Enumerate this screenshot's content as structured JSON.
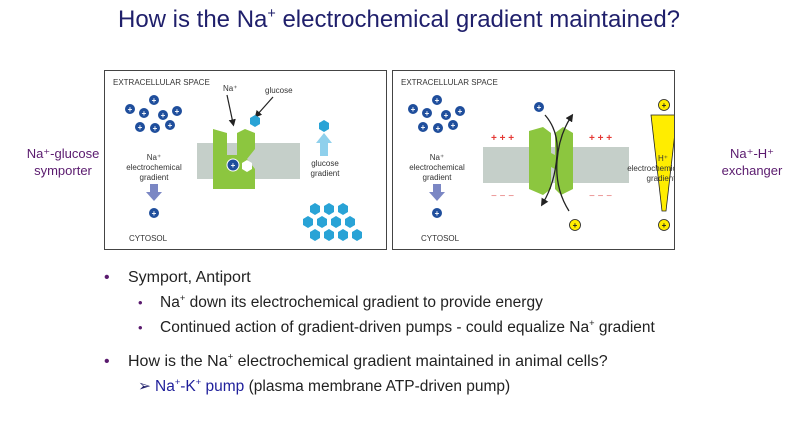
{
  "title": {
    "pre": "How is the Na",
    "sup": "+",
    "post": " electrochemical gradient maintained?"
  },
  "left_panel": {
    "label_symporter_line1": "Na⁺-glucose",
    "label_symporter_line2": "symporter",
    "extracellular": "EXTRACELLULAR SPACE",
    "cytosol": "CYTOSOL",
    "na_label": "Na⁺",
    "glucose_label": "glucose",
    "na_gradient_line1": "Na⁺",
    "na_gradient_line2": "electrochemical",
    "na_gradient_line3": "gradient",
    "glucose_gradient_line1": "glucose",
    "glucose_gradient_line2": "gradient"
  },
  "right_panel": {
    "label_exchanger_line1": "Na⁺-H⁺",
    "label_exchanger_line2": "exchanger",
    "extracellular": "EXTRACELLULAR SPACE",
    "cytosol": "CYTOSOL",
    "na_gradient_line1": "Na⁺",
    "na_gradient_line2": "electrochemical",
    "na_gradient_line3": "gradient",
    "h_gradient_line1": "H⁺",
    "h_gradient_line2": "electrochemical",
    "h_gradient_line3": "gradient",
    "plus_charges": "+ + +",
    "minus_charges": "− − −"
  },
  "colors": {
    "title": "#1f1f6b",
    "label": "#5a1a6e",
    "protein_green": "#8cc63f",
    "membrane_gray": "#c5cfc9",
    "ion_blue": "#1f4e9c",
    "glucose_blue": "#29a3d6",
    "proton_yellow": "#ffed00",
    "charge_red": "#e53935"
  },
  "bullets": {
    "b1": "Symport, Antiport",
    "b1a_pre": "Na",
    "b1a_sup": "+",
    "b1a_post": " down its electrochemical gradient to provide energy",
    "b1b_pre": "Continued action of gradient-driven pumps - could equalize Na",
    "b1b_sup": "+",
    "b1b_post": " gradient",
    "b2_pre": "How is the Na",
    "b2_sup": "+",
    "b2_post": " electrochemical gradient maintained in animal cells?",
    "b2a_glyph": "➢",
    "b2a_name_pre": "Na",
    "b2a_name_sup1": "+",
    "b2a_name_mid": "-K",
    "b2a_name_sup2": "+",
    "b2a_name_post": " pump",
    "b2a_desc": "(plasma membrane ATP-driven pump)"
  }
}
